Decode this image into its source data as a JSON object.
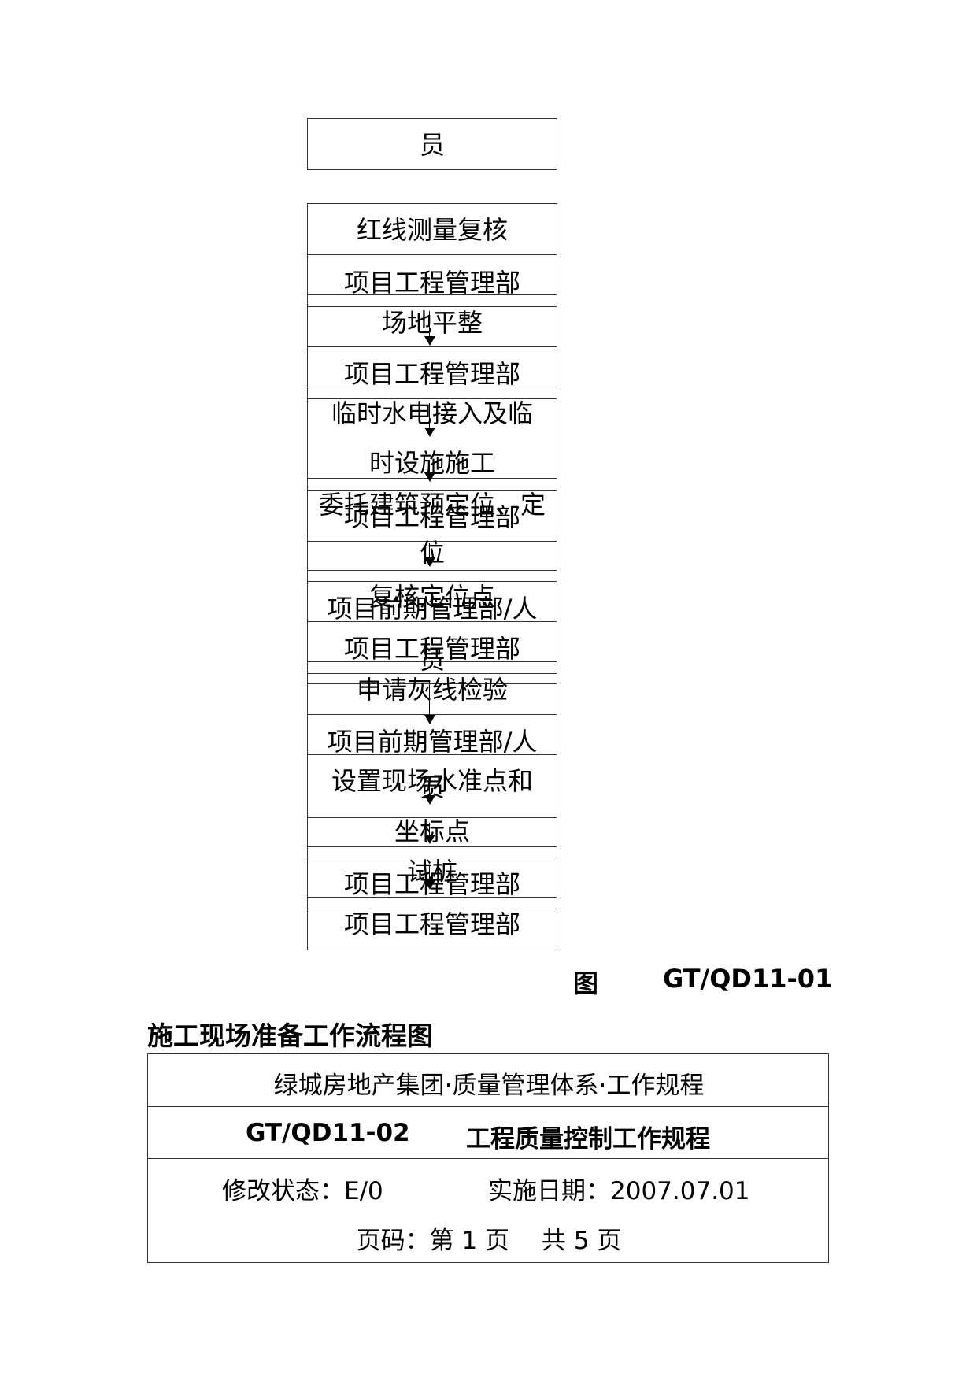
{
  "flow": {
    "top_cont": "员",
    "s1": "红线测量复核",
    "r1": "项目工程管理部",
    "s2": "场地平整",
    "r2": "项目工程管理部",
    "s3_l1": "临时水电接入及临",
    "s3_l2": "时设施施工",
    "s4_l1": "委托建筑预定位、定",
    "r3": "项目工程管理部",
    "s4_l2": "位",
    "s5": "复核定位点",
    "r4_l1": "项目前期管理部/人",
    "r5": "项目工程管理部",
    "r4_l2": "员",
    "s6": "申请灰线检验",
    "r6_l1": "项目前期管理部/人",
    "s7_l1": "设置现场水准点和",
    "r6_l2": "员",
    "s7_l2": "坐标点",
    "s8": "试桩",
    "r7": "项目工程管理部",
    "r8": "项目工程管理部"
  },
  "figure": {
    "label": "图",
    "code": "GT/QD11-01",
    "caption": "施工现场准备工作流程图"
  },
  "header": {
    "org": "绿城房地产集团·质量管理体系·工作规程",
    "doc_code": "GT/QD11-02",
    "doc_title": "工程质量控制工作规程",
    "revision": "修改状态：E/0",
    "date": "实施日期：2007.07.01",
    "page_info": "页码：第 1 页　 共 5 页"
  }
}
